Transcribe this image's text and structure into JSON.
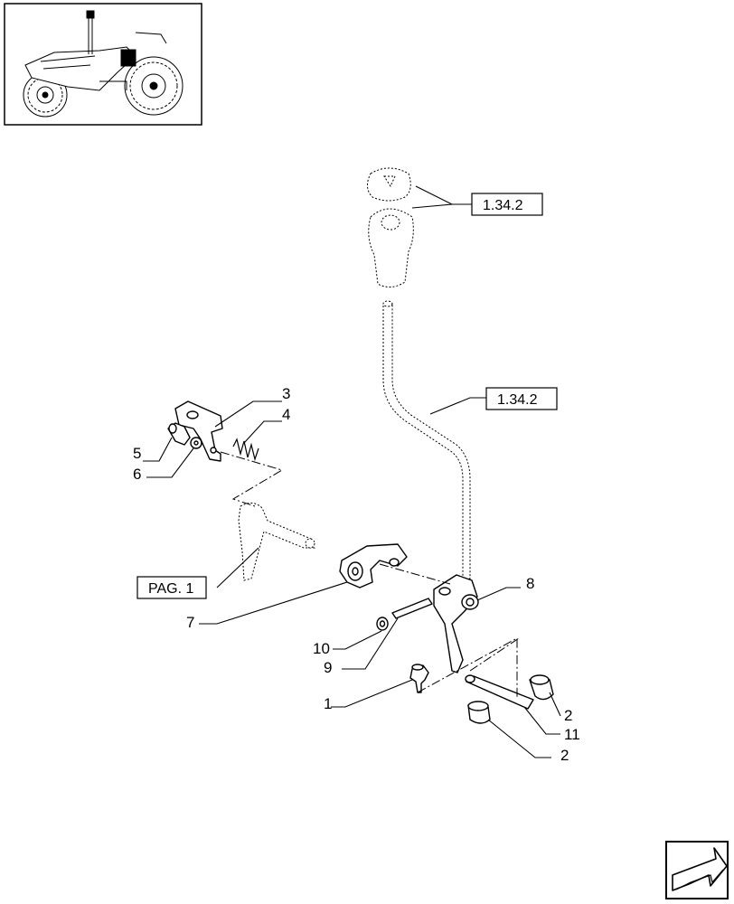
{
  "thumbnail": {
    "label": "tractor location thumbnail"
  },
  "references": [
    {
      "id": "ref-top",
      "text": "1.34.2"
    },
    {
      "id": "ref-mid",
      "text": "1.34.2"
    },
    {
      "id": "ref-pag",
      "text": "PAG. 1"
    }
  ],
  "callouts": [
    {
      "id": "c3",
      "text": "3"
    },
    {
      "id": "c4",
      "text": "4"
    },
    {
      "id": "c5",
      "text": "5"
    },
    {
      "id": "c6",
      "text": "6"
    },
    {
      "id": "c7",
      "text": "7"
    },
    {
      "id": "c8",
      "text": "8"
    },
    {
      "id": "c10",
      "text": "10"
    },
    {
      "id": "c9",
      "text": "9"
    },
    {
      "id": "c1",
      "text": "1"
    },
    {
      "id": "c2a",
      "text": "2"
    },
    {
      "id": "c11",
      "text": "11"
    },
    {
      "id": "c2b",
      "text": "2"
    }
  ],
  "nav": {
    "icon": "next-page-arrow-icon"
  }
}
